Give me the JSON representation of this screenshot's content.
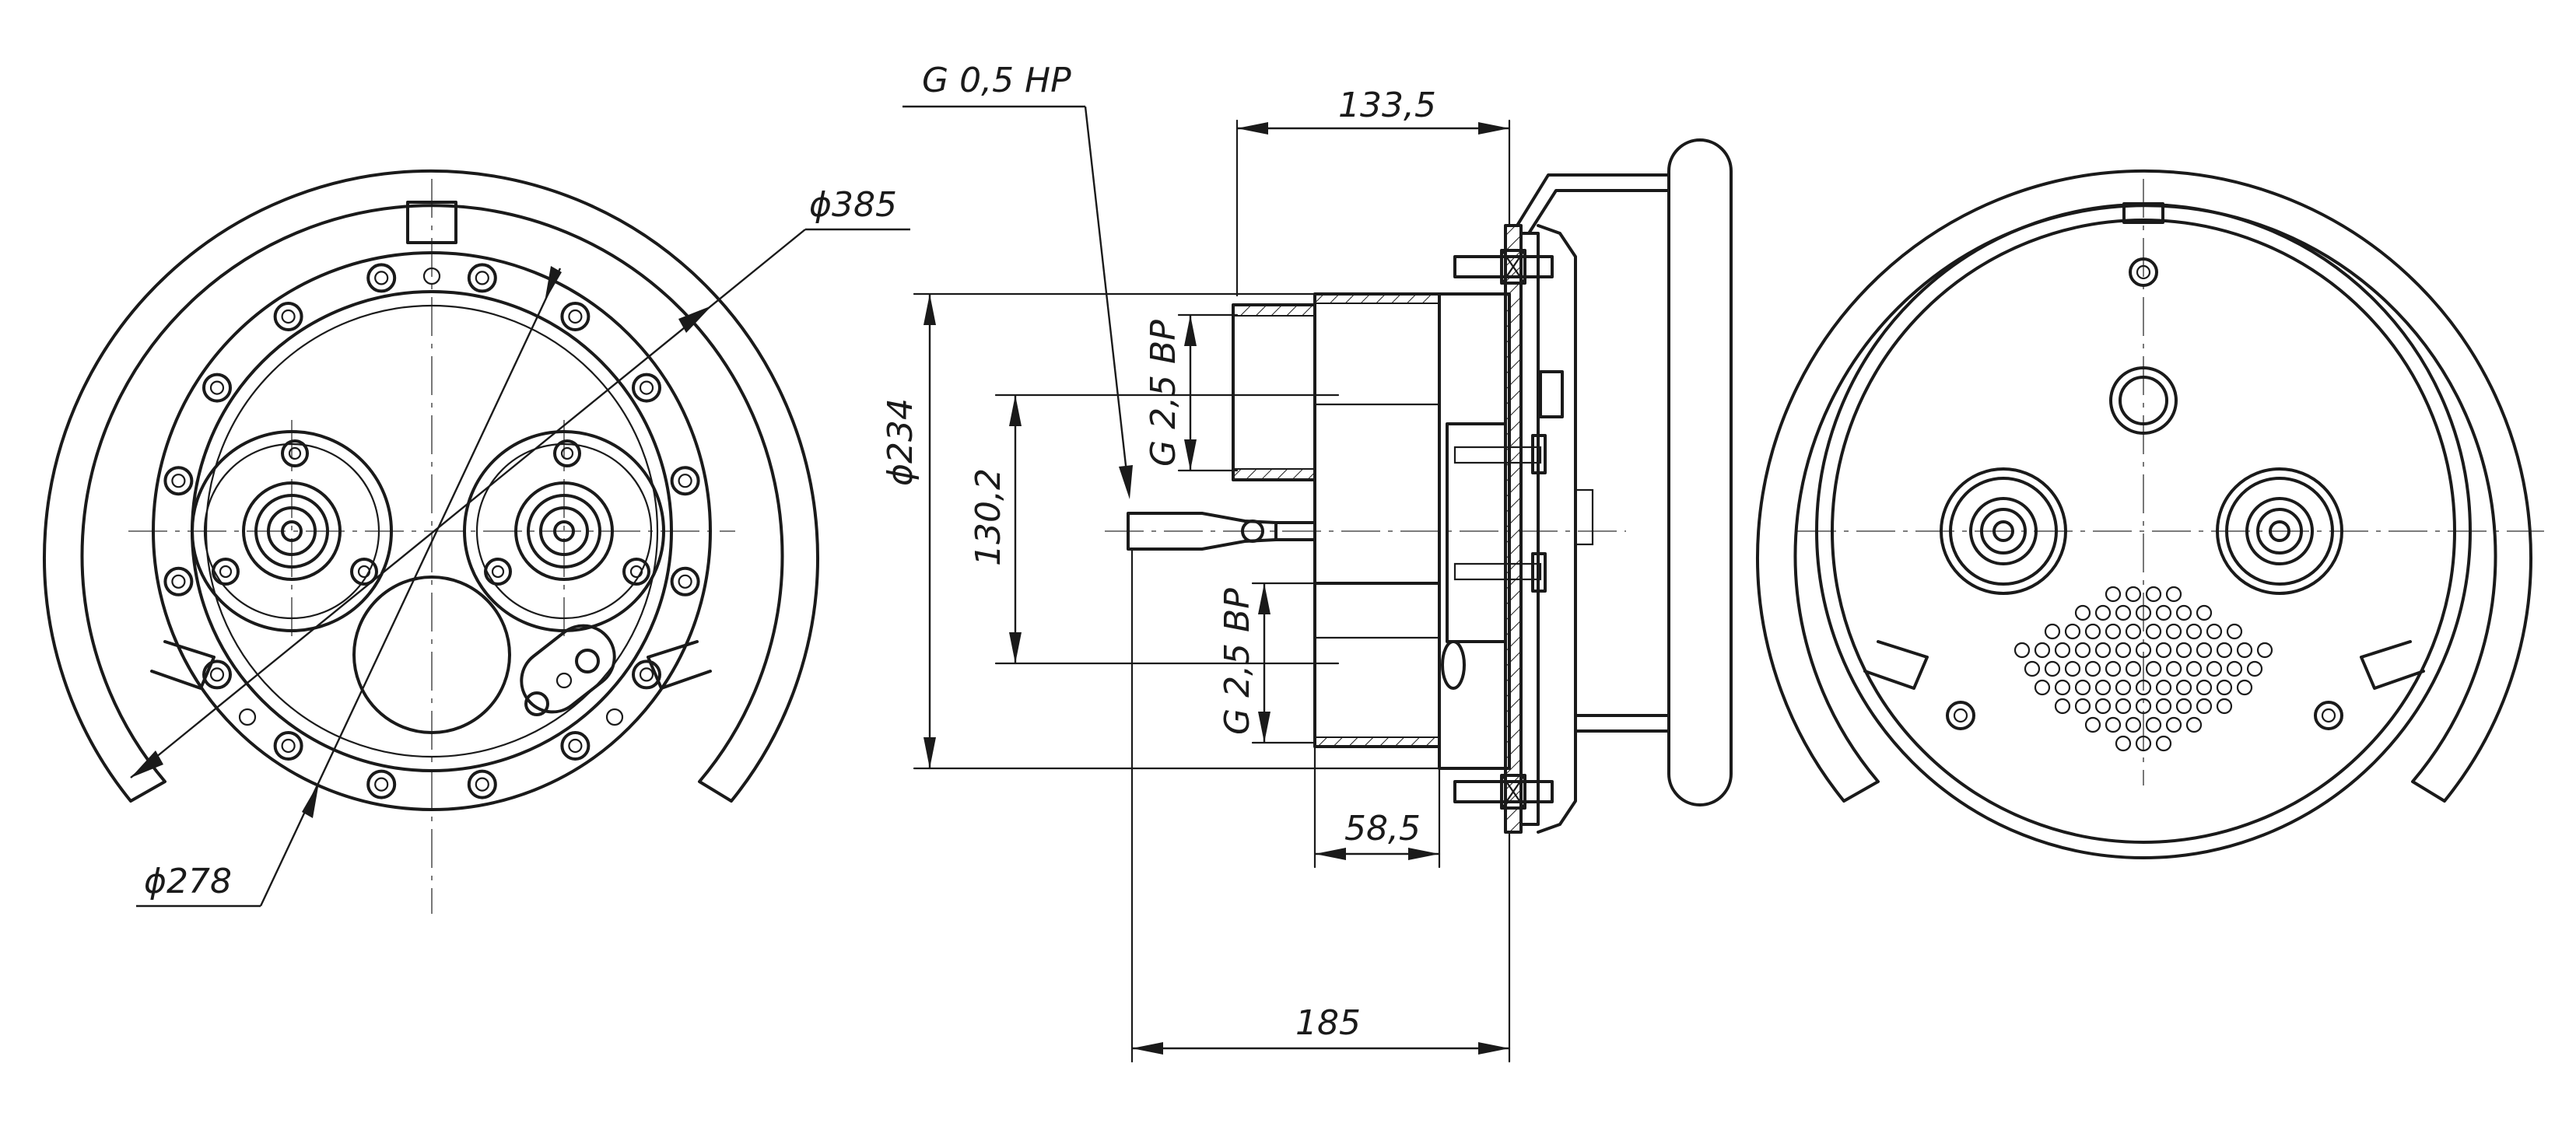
{
  "dimensions": {
    "d385": "ϕ385",
    "d278": "ϕ278",
    "thread_g05": "G 0,5 НР",
    "len_133_5": "133,5",
    "d234": "ϕ234",
    "dist_130_2": "130,2",
    "thread_g25_top": "G 2,5 ВР",
    "thread_g25_bottom": "G 2,5 ВР",
    "len_58_5": "58,5",
    "len_185": "185"
  }
}
